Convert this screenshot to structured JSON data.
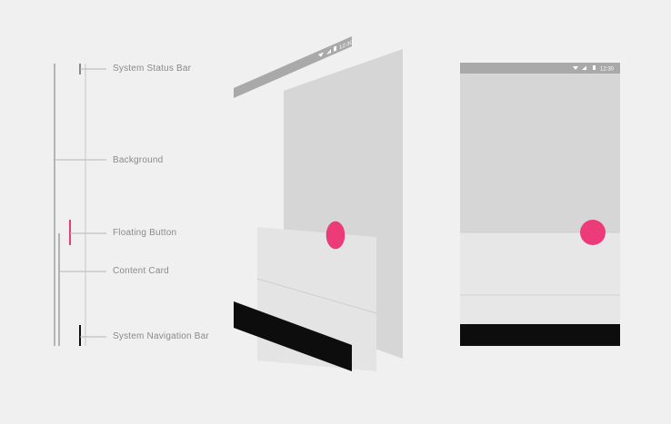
{
  "legend": {
    "labels": [
      {
        "key": "status_bar",
        "text": "System Status Bar"
      },
      {
        "key": "background",
        "text": "Background"
      },
      {
        "key": "floating_button",
        "text": "Floating Button"
      },
      {
        "key": "content_card",
        "text": "Content Card"
      },
      {
        "key": "navigation_bar",
        "text": "System Navigation Bar"
      }
    ]
  },
  "status_bar": {
    "time": "12:30",
    "icons": [
      "wifi-icon",
      "signal-icon",
      "battery-icon"
    ]
  },
  "colors": {
    "page_background": "#f0f0f0",
    "status_bar": "#a9a9a9",
    "background_layer": "#d6d6d6",
    "content_card": "#e6e6e6",
    "floating_button": "#ec3b78",
    "navigation_bar": "#0d0d0d",
    "guide_lines": "#9e9e9e"
  }
}
